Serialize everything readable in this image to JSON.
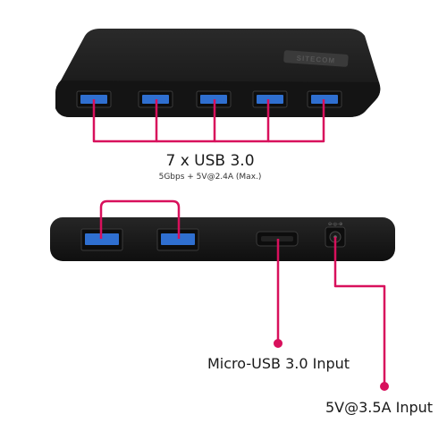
{
  "brand_logo_text": "SITECOM",
  "ports_label": {
    "title": "7 x USB 3.0",
    "subtitle": "5Gbps + 5V@2.4A (Max.)"
  },
  "micro_usb_label": "Micro-USB 3.0 Input",
  "power_label": "5V@3.5A Input",
  "power_port_symbol": "⊖-◎-⊕",
  "colors": {
    "callout": "#d8105c",
    "hub_body": "#1e1e1e",
    "usb_port_insert": "#2f6fd0"
  }
}
